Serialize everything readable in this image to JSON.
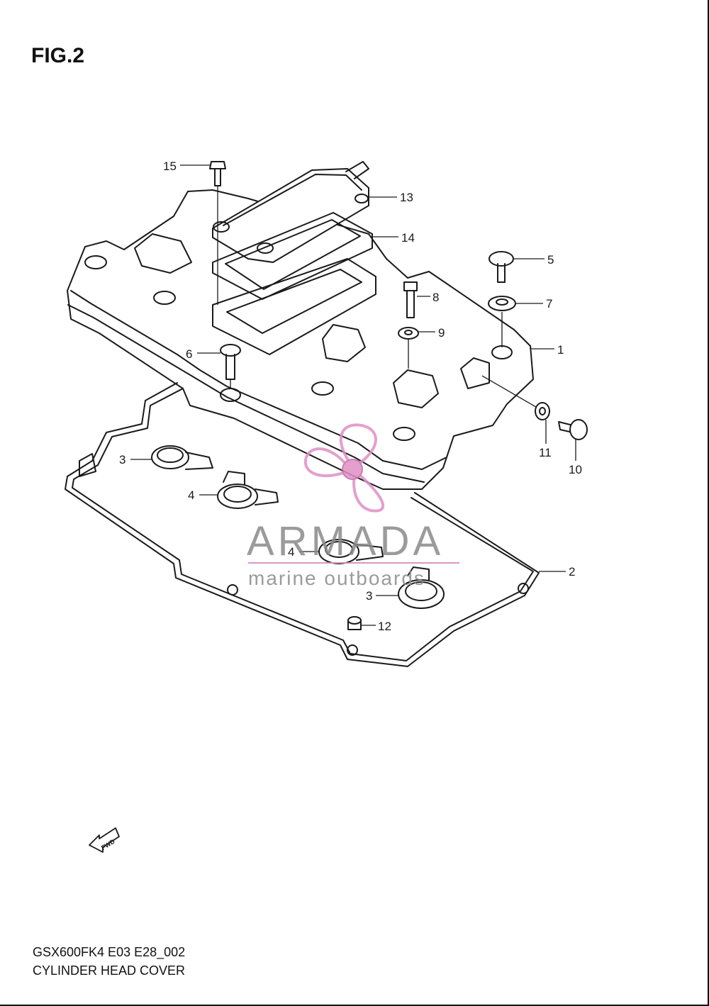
{
  "figure": {
    "title": "FIG.2",
    "model_code": "GSX600FK4 E03 E28_002",
    "name": "CYLINDER HEAD COVER"
  },
  "watermark": {
    "brand": "ARMADA",
    "tagline": "marine outboards",
    "accent_color": "#e08fc6"
  },
  "fwd_arrow_label": "FWD",
  "callouts": [
    "15",
    "13",
    "14",
    "5",
    "7",
    "8",
    "9",
    "1",
    "6",
    "11",
    "10",
    "3",
    "4",
    "4",
    "2",
    "3",
    "12"
  ]
}
